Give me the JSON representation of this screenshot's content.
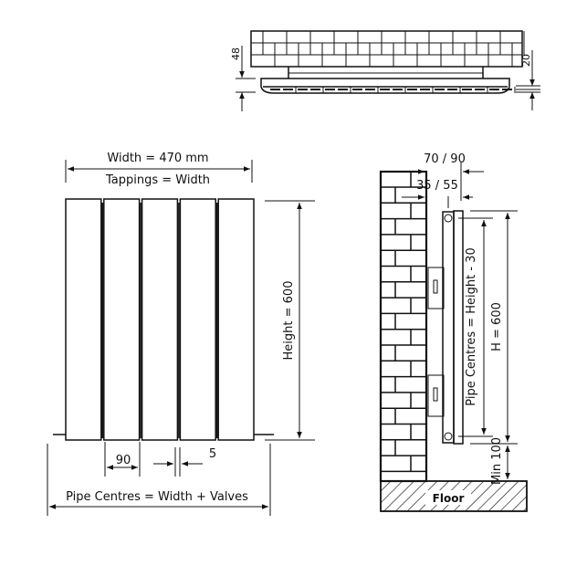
{
  "plan_view": {
    "depth_label": "48",
    "gap_label": "20"
  },
  "front_view": {
    "width_label": "Width = 470 mm",
    "tappings_label": "Tappings = Width",
    "height_label": "Height = 600",
    "panel_width_label": "90",
    "panel_gap_label": "5",
    "pipe_centres_label": "Pipe Centres = Width + Valves",
    "panel_count": 5
  },
  "side_view": {
    "projection_label": "70 / 90",
    "wall_gap_label": "35 / 55",
    "pipe_centres_label": "Pipe Centres = Height - 30",
    "h_label": "H = 600",
    "min_label": "Min 100",
    "floor_label": "Floor"
  },
  "colors": {
    "line": "#111111",
    "background": "#ffffff"
  }
}
